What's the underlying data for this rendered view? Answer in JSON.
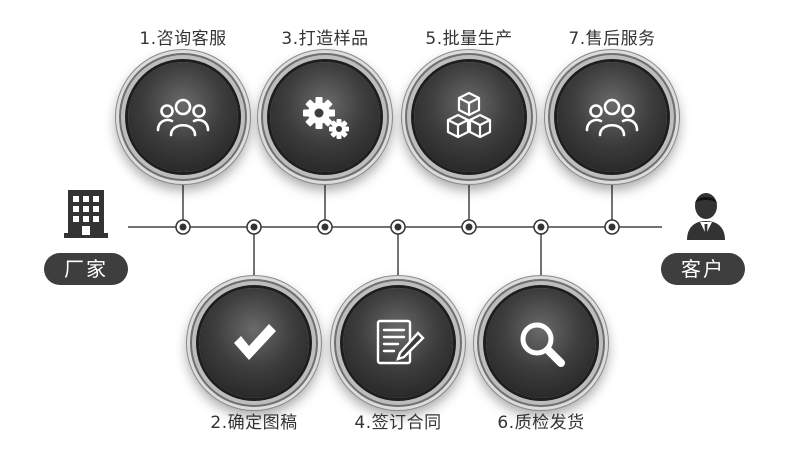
{
  "factory_label": "厂家",
  "customer_label": "客户",
  "steps_top": [
    {
      "label": "1.咨询客服",
      "icon": "users-icon"
    },
    {
      "label": "3.打造样品",
      "icon": "gears-icon"
    },
    {
      "label": "5.批量生产",
      "icon": "boxes-icon"
    },
    {
      "label": "7.售后服务",
      "icon": "users-icon"
    }
  ],
  "steps_bottom": [
    {
      "label": "2.确定图稿",
      "icon": "checkmark-icon"
    },
    {
      "label": "4.签订合同",
      "icon": "document-pen-icon"
    },
    {
      "label": "6.质检发货",
      "icon": "magnifier-icon"
    }
  ],
  "colors": {
    "line": "#444444",
    "pill": "#3e3e3e",
    "icon": "#ffffff"
  }
}
